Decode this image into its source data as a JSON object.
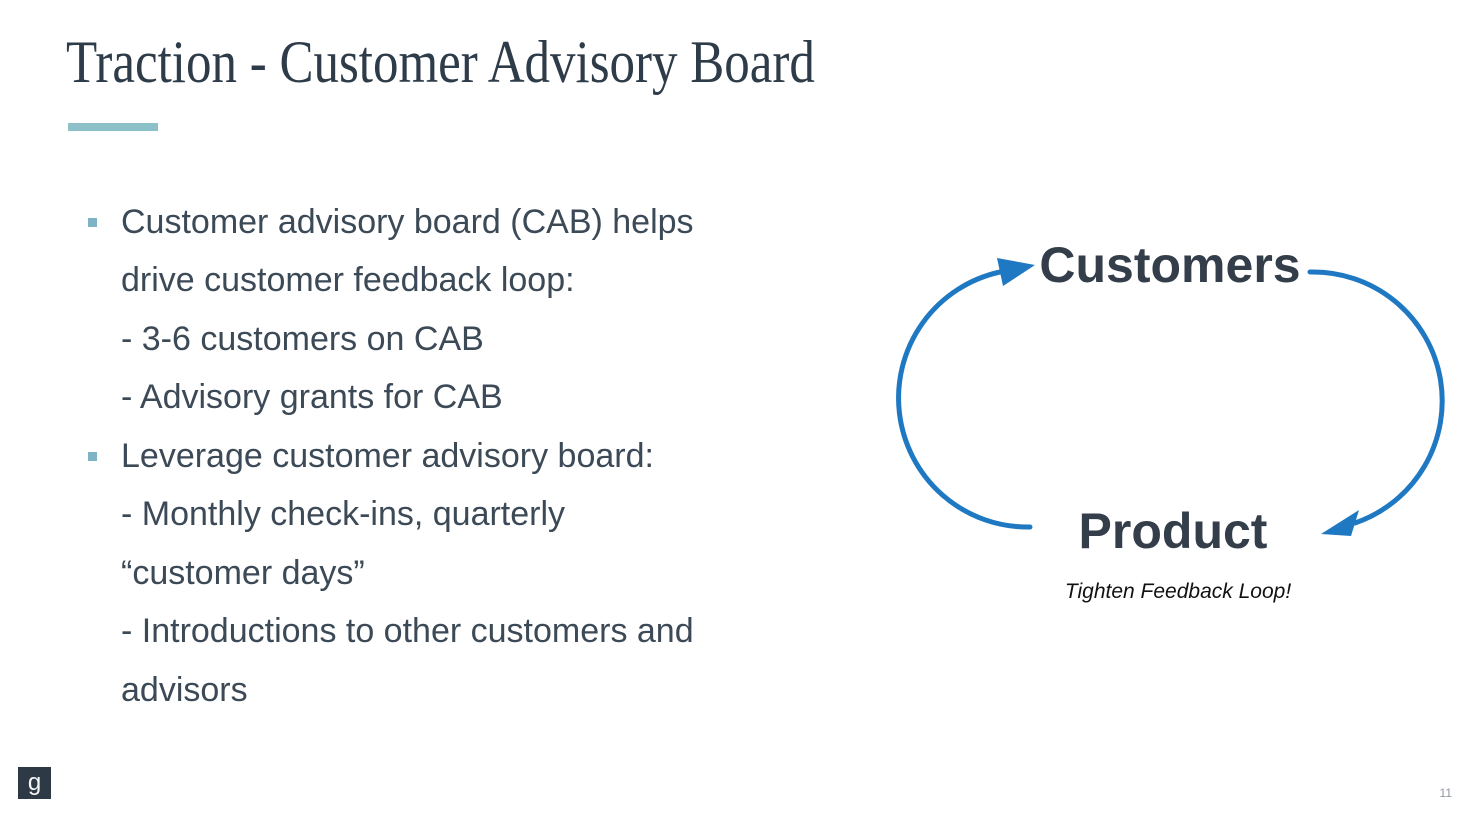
{
  "slide": {
    "title": "Traction - Customer Advisory Board"
  },
  "bullets": [
    {
      "bullet": true,
      "text": "Customer advisory board (CAB) helps"
    },
    {
      "bullet": false,
      "text": "drive customer feedback loop:"
    },
    {
      "bullet": false,
      "text": "- 3-6 customers on CAB"
    },
    {
      "bullet": false,
      "text": "- Advisory grants for CAB"
    },
    {
      "bullet": true,
      "text": "Leverage customer advisory board:"
    },
    {
      "bullet": false,
      "text": "- Monthly check-ins, quarterly"
    },
    {
      "bullet": false,
      "text": "“customer days”"
    },
    {
      "bullet": false,
      "text": "- Introductions to other customers and"
    },
    {
      "bullet": false,
      "text": "advisors"
    }
  ],
  "diagram": {
    "top_label": "Customers",
    "bottom_label": "Product",
    "caption": "Tighten Feedback Loop!",
    "flow": "clockwise loop: Product -> Customers (left arc), Customers -> Product (right arc)"
  },
  "footer": {
    "logo_letter": "g",
    "page_number": "11"
  },
  "colors": {
    "accent_teal": "#8dc1c9",
    "bullet_marker": "#7eb3c6",
    "arrow_blue": "#1e78c2",
    "title_text": "#2e3c49",
    "body_text": "#3c4956",
    "label_text": "#333e4a",
    "caption_text": "#111111",
    "logo_bg": "#2d3945",
    "page_number_text": "#9196a1"
  }
}
